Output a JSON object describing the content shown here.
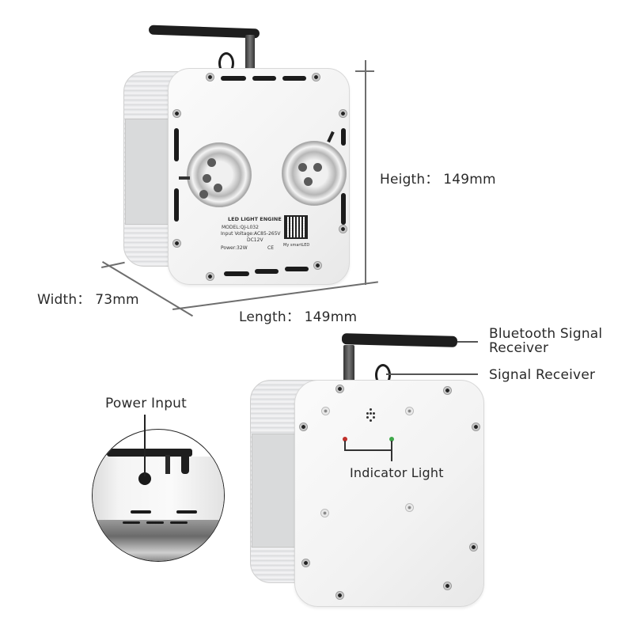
{
  "dimensions": {
    "height_label": "Heigth： 149mm",
    "width_label": "Width： 73mm",
    "length_label": "Length： 149mm"
  },
  "device_front": {
    "product_label": {
      "title": "LED LIGHT ENGINE",
      "model": "MODEL:QJ-L032",
      "input_voltage": "Input Voltage:AC85-265V",
      "dc": "DC12V",
      "power": "Power:32W",
      "certifications": "CE",
      "app_name": "My smartLED"
    }
  },
  "callouts": {
    "bluetooth_receiver_line1": "Bluetooth Signal",
    "bluetooth_receiver_line2": "Receiver",
    "signal_receiver": "Signal Receiver",
    "power_input": "Power Input",
    "indicator_light": "Indicator Light"
  },
  "colors": {
    "indicator_red": "#c0302a",
    "indicator_green": "#3fa84a",
    "antenna": "#1e1e1e",
    "dimension_line": "#6e6e6e"
  }
}
